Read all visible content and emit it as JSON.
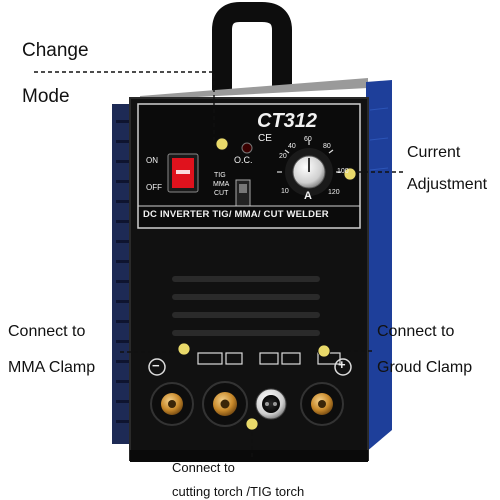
{
  "annotations": {
    "change_mode_line1": "Change",
    "change_mode_line2": "Mode",
    "current_line1": "Current",
    "current_line2": "Adjustment",
    "mma_line1": "Connect to",
    "mma_line2": "MMA Clamp",
    "ground_line1": "Connect to",
    "ground_line2": "Groud Clamp",
    "torch_line1": "Connect to",
    "torch_line2": "cutting torch /TIG torch"
  },
  "panel": {
    "model": "CT312",
    "ce_mark": "CE",
    "on_label": "ON",
    "off_label": "OFF",
    "oc_label": "O.C.",
    "mode_tig": "TIG",
    "mode_mma": "MMA",
    "mode_cut": "CUT",
    "dial_unit": "A",
    "dial_ticks": [
      "20",
      "40",
      "60",
      "80",
      "100",
      "120",
      "10"
    ],
    "banner": "DC  INVERTER  TIG/ MMA/ CUT  WELDER",
    "minus_sign": "−",
    "plus_sign": "+"
  },
  "colors": {
    "body": "#111111",
    "side_blue": "#1e3f9a",
    "panel_black": "#0b0b0b",
    "switch_red": "#e0121d",
    "connector_brass": "#c98a2b",
    "indicator_yellow": "#e9d96a"
  },
  "icons": [
    "power-rocker-switch",
    "current-dial-knob",
    "negative-terminal",
    "positive-terminal",
    "gas-connector",
    "indicator-dot"
  ]
}
